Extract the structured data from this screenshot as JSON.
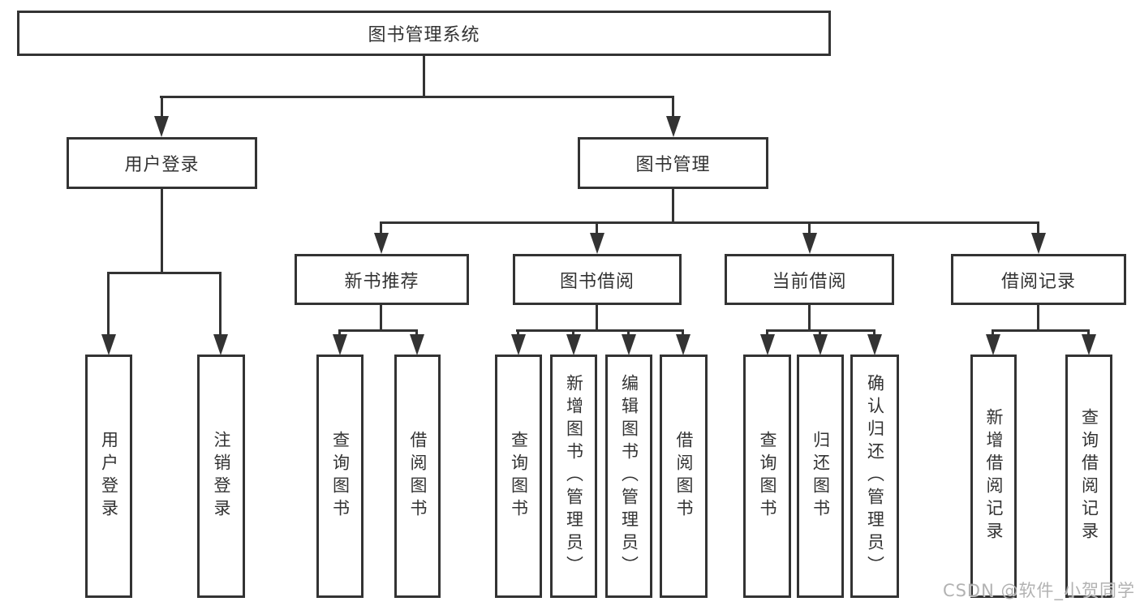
{
  "tree": {
    "root": {
      "label": "图书管理系统"
    },
    "branches": [
      {
        "label": "用户登录",
        "children": [
          {
            "label": "用户登录"
          },
          {
            "label": "注销登录"
          }
        ]
      },
      {
        "label": "图书管理",
        "children": [
          {
            "label": "新书推荐",
            "children": [
              {
                "label": "查询图书"
              },
              {
                "label": "借阅图书"
              }
            ]
          },
          {
            "label": "图书借阅",
            "children": [
              {
                "label": "查询图书"
              },
              {
                "label": "新增图书（管理员）"
              },
              {
                "label": "编辑图书（管理员）"
              },
              {
                "label": "借阅图书"
              }
            ]
          },
          {
            "label": "当前借阅",
            "children": [
              {
                "label": "查询图书"
              },
              {
                "label": "归还图书"
              },
              {
                "label": "确认归还（管理员）"
              }
            ]
          },
          {
            "label": "借阅记录",
            "children": [
              {
                "label": "新增借阅记录"
              },
              {
                "label": "查询借阅记录"
              }
            ]
          }
        ]
      }
    ]
  },
  "watermark": {
    "text": "CSDN @软件_小贺同学"
  },
  "colors": {
    "line": "#333333",
    "text": "#333333",
    "background": "#ffffff",
    "watermark": "#a4a4a4"
  }
}
